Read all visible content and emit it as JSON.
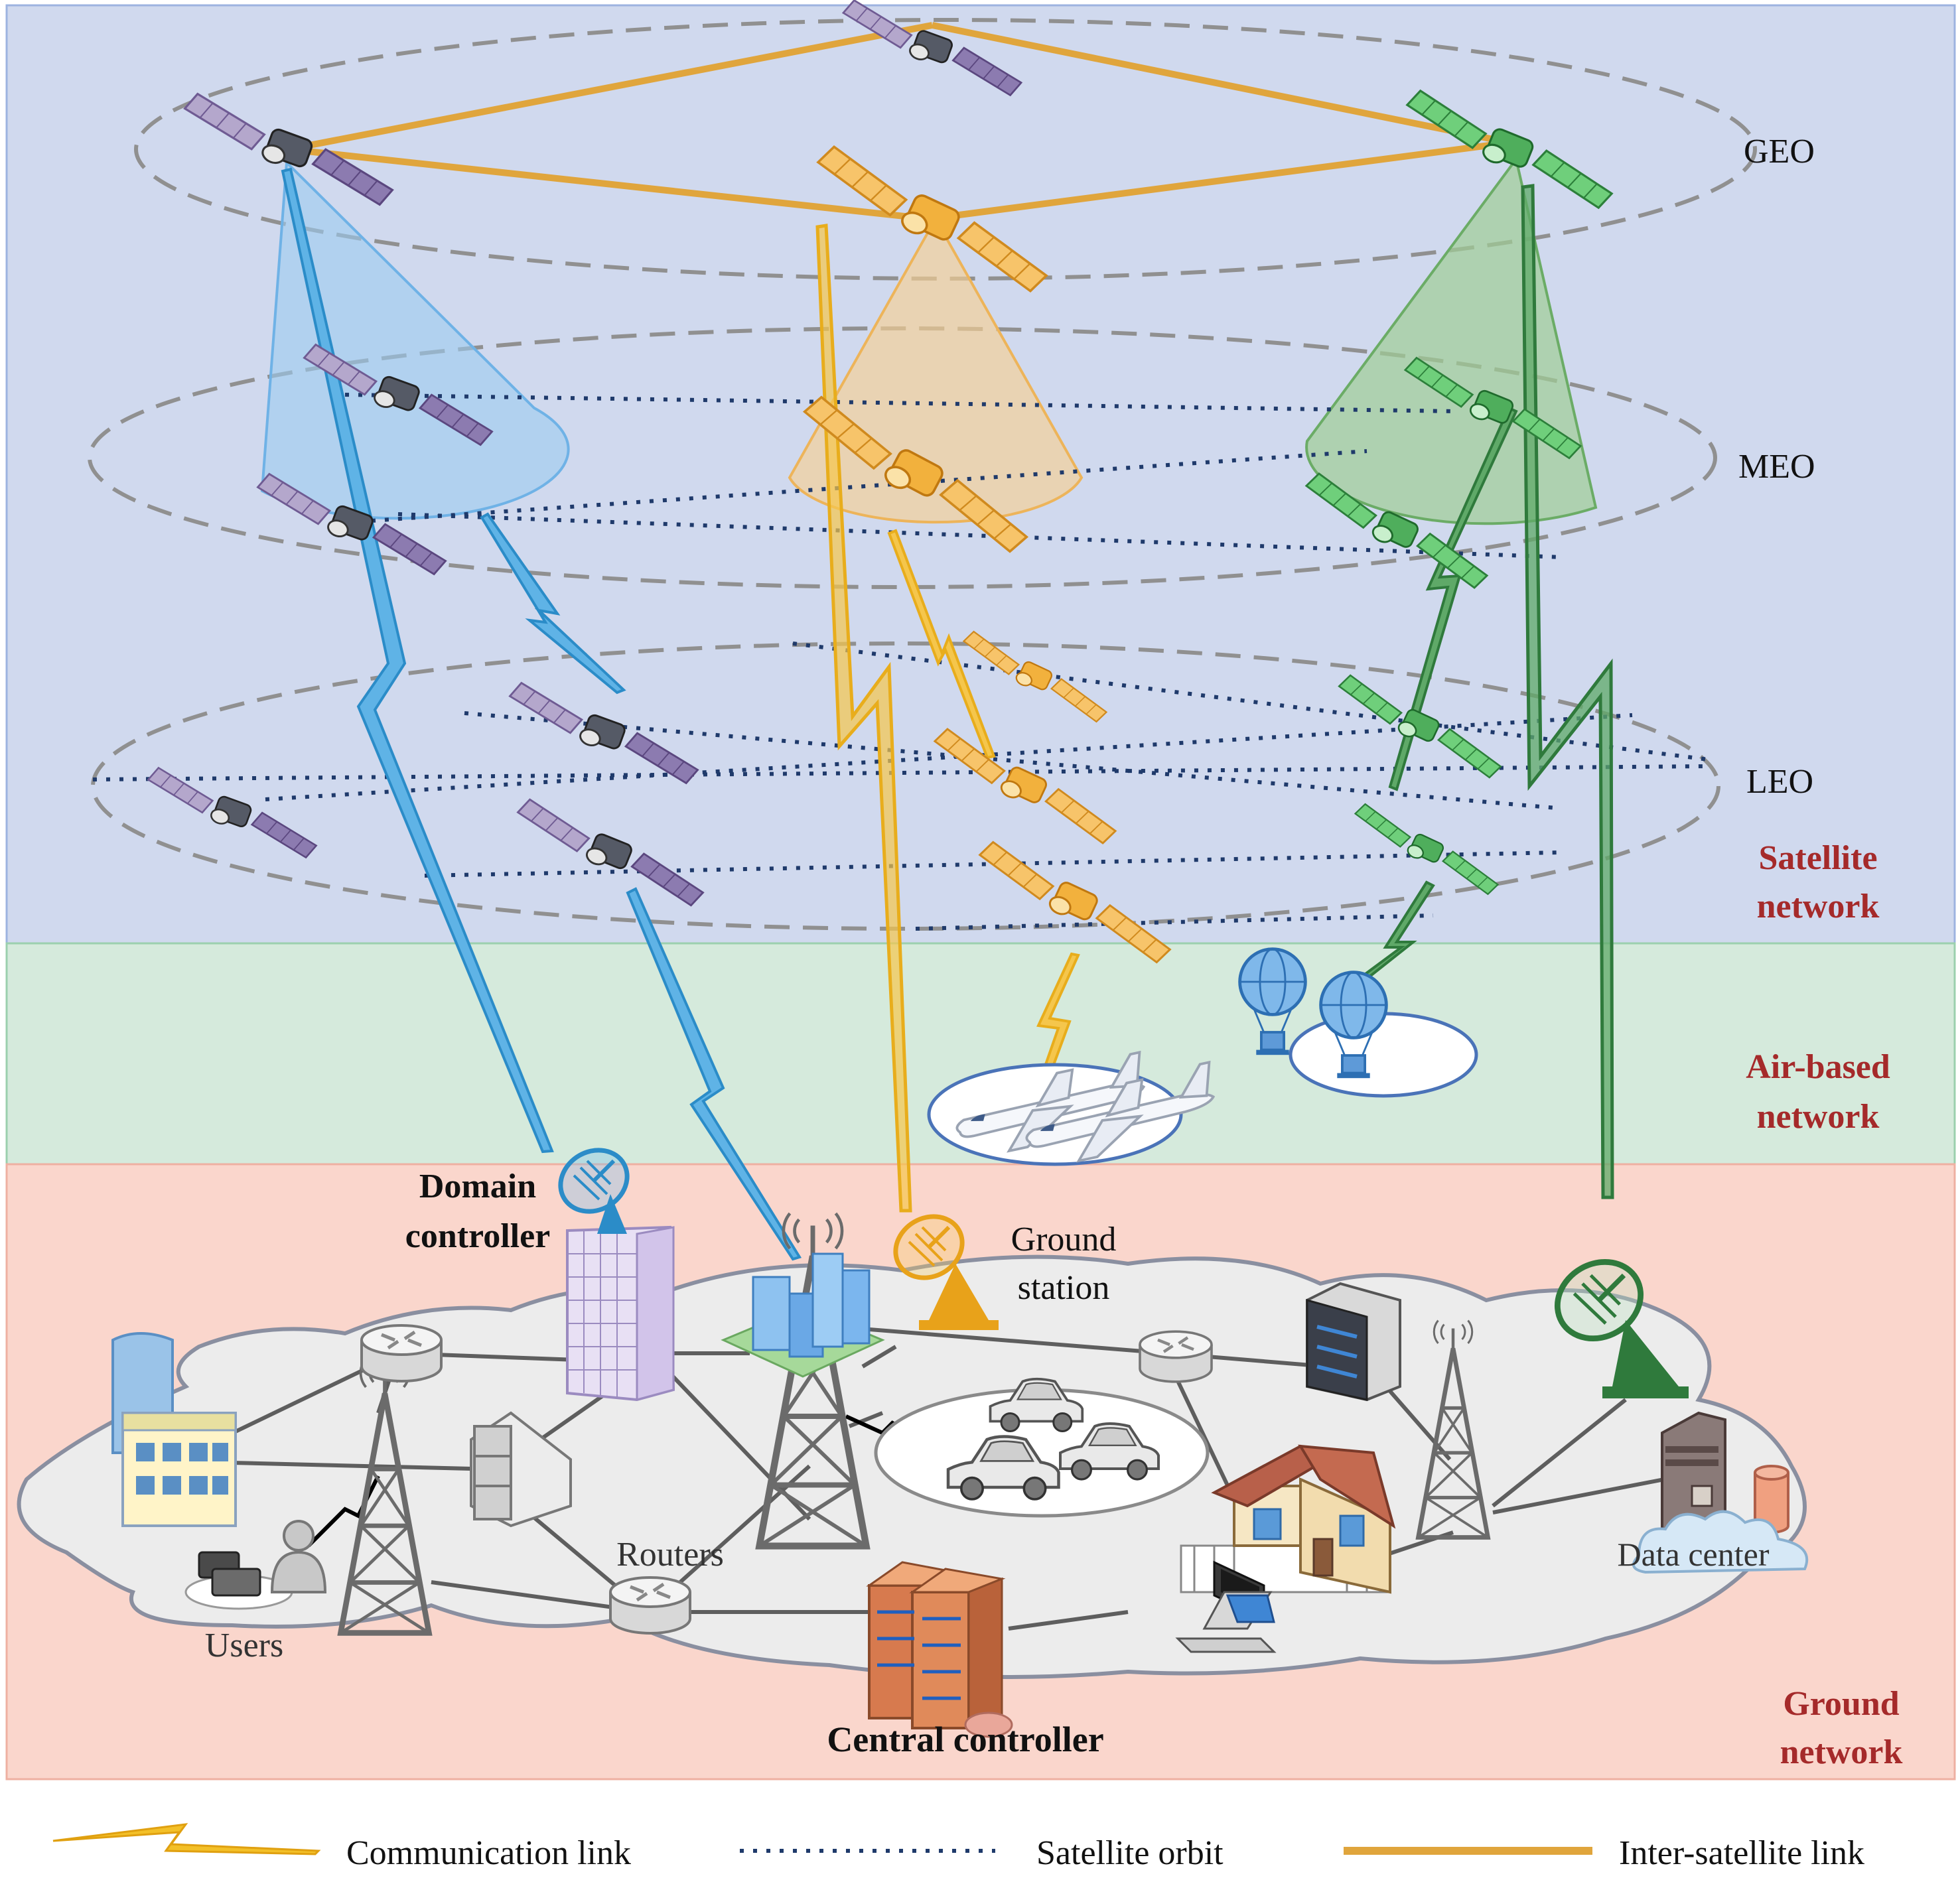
{
  "orbits": {
    "geo": "GEO",
    "meo": "MEO",
    "leo": "LEO"
  },
  "layers": {
    "satellite": [
      "Satellite",
      "network"
    ],
    "air": [
      "Air-based",
      "network"
    ],
    "ground": [
      "Ground",
      "network"
    ]
  },
  "labels": {
    "domain_controller": [
      "Domain",
      "controller"
    ],
    "ground_station": [
      "Ground",
      "station"
    ],
    "routers": "Routers",
    "users": "Users",
    "data_center": "Data center",
    "central_controller": "Central controller"
  },
  "legend": {
    "communication_link": "Communication link",
    "satellite_orbit": "Satellite orbit",
    "inter_satellite_link": "Inter-satellite link"
  },
  "colors": {
    "satellite_layer": "#d0d9ee",
    "air_layer": "#d5eadc",
    "ground_layer": "#fad6cc",
    "layer_label": "#a52a2a",
    "inter_satellite_link": "#e0a53c",
    "blue_link": "#2b9bd4",
    "yellow_link": "#f3c028",
    "green_link": "#3f8f4e",
    "orbit_dash": "#909090",
    "satellite_orbit_dots": "#1f3a6b"
  }
}
